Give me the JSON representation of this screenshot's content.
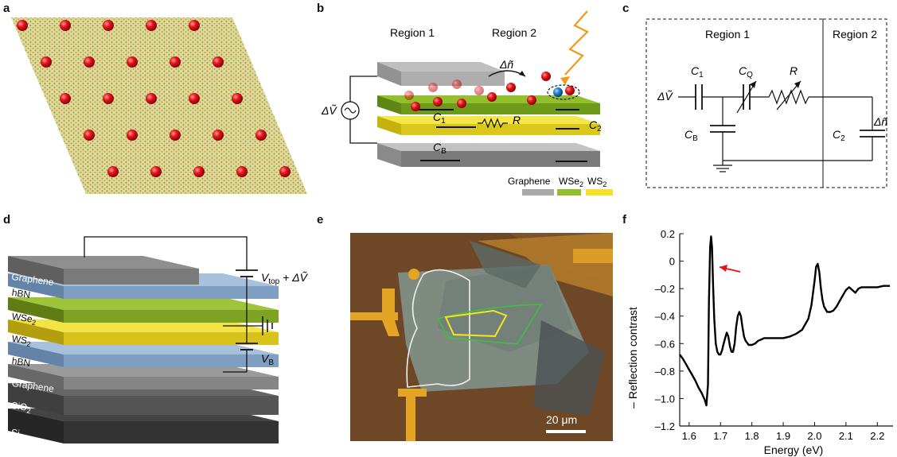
{
  "panels": {
    "a": {
      "letter": "a"
    },
    "b": {
      "letter": "b",
      "region1": "Region 1",
      "region2": "Region 2",
      "delta_n": "Δñ",
      "delta_v": "ΔṼ",
      "c1": "C",
      "c1_sub": "1",
      "c2": "C",
      "c2_sub": "2",
      "cb": "C",
      "cb_sub": "B",
      "r": "R",
      "legend": [
        {
          "label": "Graphene",
          "color": "#a9a9a9"
        },
        {
          "label": "WSe",
          "sub": "2",
          "color": "#8fbf2a"
        },
        {
          "label": "WS",
          "sub": "2",
          "color": "#f1e12a"
        }
      ]
    },
    "c": {
      "letter": "c",
      "region1": "Region 1",
      "region2": "Region 2",
      "delta_v": "ΔṼ",
      "delta_n": "Δñ",
      "c1": "C",
      "c1_sub": "1",
      "cq": "C",
      "cq_sub": "Q",
      "r": "R",
      "cb": "C",
      "cb_sub": "B",
      "c2": "C",
      "c2_sub": "2"
    },
    "d": {
      "letter": "d",
      "layers": [
        {
          "label": "Graphene"
        },
        {
          "label": "hBN"
        },
        {
          "label": "WSe",
          "sub": "2"
        },
        {
          "label": "WS",
          "sub": "2"
        },
        {
          "label": "hBN"
        },
        {
          "label": "Graphene"
        },
        {
          "label": "SiO",
          "sub": "2"
        },
        {
          "label": "Si"
        }
      ],
      "vtop": "V",
      "vtop_sub": "top",
      "vtop_suffix": " + ΔṼ",
      "vb": "V",
      "vb_sub": "B"
    },
    "e": {
      "letter": "e",
      "scale_bar": "20 μm"
    },
    "f": {
      "letter": "f"
    }
  },
  "chart_data": {
    "type": "line",
    "xlabel": "Energy (eV)",
    "ylabel": "– Reflection contrast",
    "xlim": [
      1.57,
      2.25
    ],
    "ylim": [
      -1.2,
      0.2
    ],
    "xticks": [
      "1.6",
      "1.7",
      "1.8",
      "1.9",
      "2.0",
      "2.1",
      "2.2"
    ],
    "yticks": [
      "0.2",
      "0",
      "–0.2",
      "–0.4",
      "–0.6",
      "–0.8",
      "–1.0",
      "–1.2"
    ],
    "series": [
      {
        "x": [
          1.57,
          1.58,
          1.59,
          1.6,
          1.61,
          1.62,
          1.63,
          1.64,
          1.65,
          1.655,
          1.66,
          1.663,
          1.667,
          1.67,
          1.673,
          1.676,
          1.68,
          1.685,
          1.69,
          1.695,
          1.7,
          1.705,
          1.71,
          1.715,
          1.72,
          1.725,
          1.73,
          1.735,
          1.74,
          1.745,
          1.75,
          1.755,
          1.76,
          1.765,
          1.77,
          1.775,
          1.78,
          1.79,
          1.8,
          1.81,
          1.82,
          1.83,
          1.84,
          1.86,
          1.88,
          1.9,
          1.92,
          1.94,
          1.96,
          1.98,
          1.99,
          2.0,
          2.005,
          2.01,
          2.015,
          2.02,
          2.025,
          2.03,
          2.04,
          2.05,
          2.06,
          2.07,
          2.08,
          2.09,
          2.1,
          2.11,
          2.12,
          2.13,
          2.14,
          2.15,
          2.16,
          2.18,
          2.2,
          2.22,
          2.24
        ],
        "y": [
          -0.68,
          -0.71,
          -0.75,
          -0.79,
          -0.83,
          -0.87,
          -0.92,
          -0.96,
          -1.01,
          -1.05,
          -0.9,
          -0.3,
          0.1,
          0.18,
          0.1,
          -0.15,
          -0.42,
          -0.6,
          -0.66,
          -0.68,
          -0.68,
          -0.65,
          -0.6,
          -0.56,
          -0.52,
          -0.55,
          -0.62,
          -0.66,
          -0.66,
          -0.6,
          -0.48,
          -0.4,
          -0.37,
          -0.4,
          -0.48,
          -0.55,
          -0.58,
          -0.61,
          -0.61,
          -0.6,
          -0.58,
          -0.57,
          -0.56,
          -0.56,
          -0.56,
          -0.56,
          -0.55,
          -0.53,
          -0.5,
          -0.42,
          -0.32,
          -0.14,
          -0.04,
          -0.02,
          -0.08,
          -0.2,
          -0.28,
          -0.33,
          -0.37,
          -0.37,
          -0.36,
          -0.33,
          -0.29,
          -0.25,
          -0.21,
          -0.19,
          -0.21,
          -0.23,
          -0.2,
          -0.19,
          -0.19,
          -0.19,
          -0.19,
          -0.18,
          -0.18
        ]
      }
    ]
  }
}
